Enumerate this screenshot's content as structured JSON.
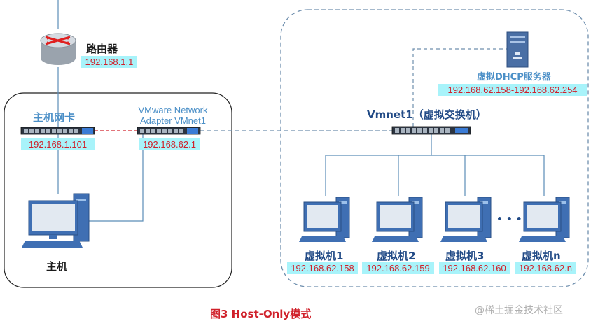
{
  "router": {
    "label": "路由器",
    "ip": "192.168.1.1"
  },
  "host_nic": {
    "label": "主机网卡",
    "ip": "192.168.1.101"
  },
  "vmnet1_adapter": {
    "label_line1": "VMware Network",
    "label_line2": "Adapter VMnet1",
    "ip": "192.168.62.1"
  },
  "host": {
    "label": "主机"
  },
  "dhcp": {
    "label": "虚拟DHCP服务器",
    "range": "192.168.62.158-192.168.62.254"
  },
  "switch": {
    "label": "Vmnet1（虚拟交换机）"
  },
  "vms": [
    {
      "label": "虚拟机1",
      "ip": "192.168.62.158"
    },
    {
      "label": "虚拟机2",
      "ip": "192.168.62.159"
    },
    {
      "label": "虚拟机3",
      "ip": "192.168.62.160"
    },
    {
      "label": "虚拟机n",
      "ip": "192.168.62.n"
    }
  ],
  "ellipsis": "• • •",
  "caption": "图3  Host-Only模式",
  "watermark": "@稀土掘金技术社区",
  "colors": {
    "link_line": "#5b8db8",
    "virtual_link": "#6f8fae",
    "nic_link": "#d0202a",
    "ip_bg": "#a8f3fa",
    "ip_text": "#d0202a",
    "caption": "#d0202a"
  }
}
